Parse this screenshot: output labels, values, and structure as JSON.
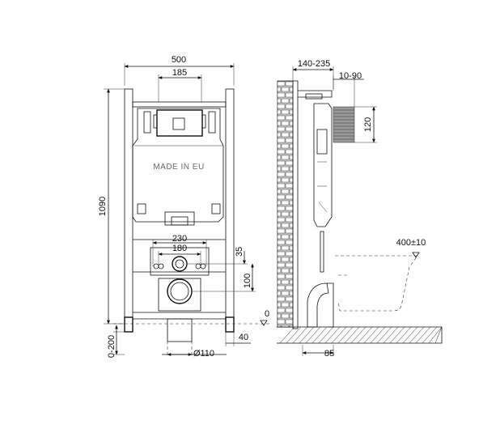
{
  "front_view": {
    "width_total": "500",
    "width_top": "185",
    "height_total": "1090",
    "height_adjust": "0-200",
    "mounting_centres_outer": "230",
    "mounting_centres_inner": "180",
    "offset_top": "35",
    "offset_drain": "100",
    "floor_offset": "40",
    "pipe_diameter": "Ø110",
    "floor_level": "0",
    "embossed_text": "MADE IN EU"
  },
  "side_view": {
    "depth_range": "140-235",
    "flush_plate_range": "10-90",
    "flush_plate_height": "120",
    "bowl_projection": "400±10",
    "outlet_offset": "85"
  }
}
